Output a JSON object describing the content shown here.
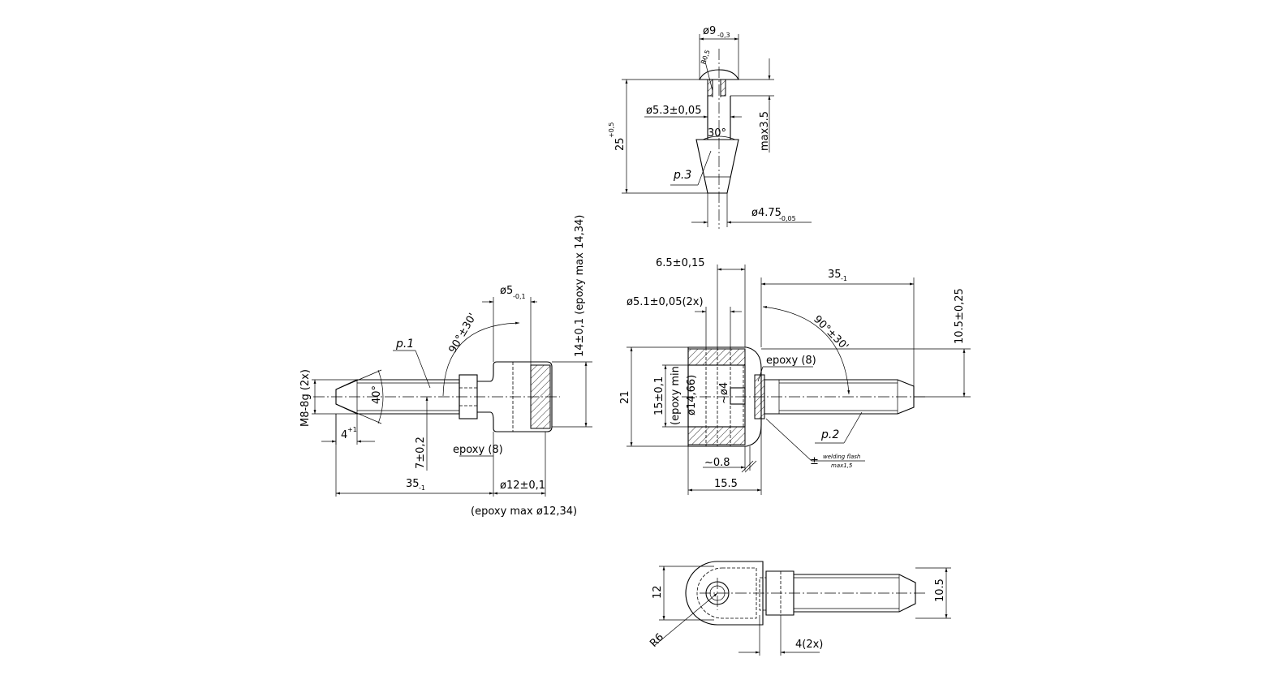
{
  "labels": {
    "top_dia": "ø9",
    "top_dia_tol": "-0,3",
    "top_r": "R0,5",
    "top_bore": "ø5.3±0,05",
    "top_len": "25",
    "top_len_tol": "+0,5",
    "top_angle": "30°",
    "top_max": "max3.5",
    "top_part": "p.3",
    "top_tip": "ø4.75",
    "top_tip_tol": "-0,05",
    "left_thread": "M8-8g (2x)",
    "left_angle40": "40°",
    "left_chamf": "4",
    "left_chamf_tol": "+1",
    "left_part": "p.1",
    "left_angle90": "90°±30'",
    "left_dia5": "ø5",
    "left_dia5_tol": "-0,1",
    "left_h14": "14±0,1 (epoxy max 14,34)",
    "left_7": "7±0,2",
    "left_epoxy": "epoxy (8)",
    "left_35": "35",
    "left_35_tol": "-1",
    "left_dia12": "ø12±0,1",
    "left_epoxy_max": "(epoxy max ø12,34)",
    "right_65": "6.5±0,15",
    "right_35": "35",
    "right_35_tol": "-1",
    "right_51": "ø5.1±0,05(2x)",
    "right_angle90": "90°±30'",
    "right_105": "10.5±0,25",
    "right_epoxy": "epoxy (8)",
    "right_21": "21",
    "right_15": "15±0,1",
    "right_epoxy_min": "(epoxy min",
    "right_1466": "ø14,66)",
    "right_dia4": "~ø4",
    "right_part": "p.2",
    "right_08": "~0.8",
    "right_155": "15.5",
    "right_weld": "welding flash",
    "right_weld_max": "max1,5",
    "bot_12": "12",
    "bot_105": "10.5",
    "bot_r6": "R6",
    "bot_4": "4(2x)"
  }
}
